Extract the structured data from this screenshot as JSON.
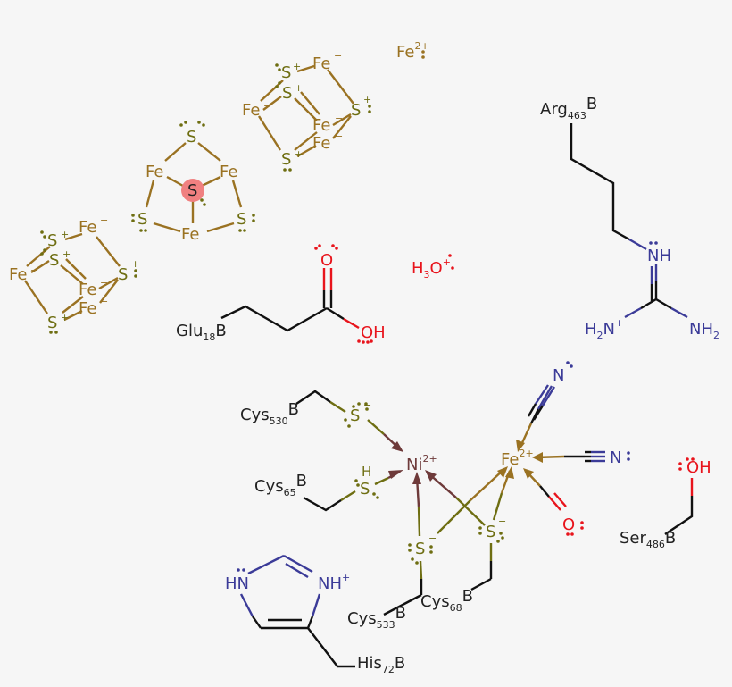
{
  "colors": {
    "iron": "#9a7222",
    "sulfur": "#6e6e12",
    "nitrogen": "#3b3b98",
    "oxygen": "#e8141c",
    "nickel": "#6e3a3a",
    "carbon": "#111111",
    "highlight": "#f08080"
  },
  "free_ions": {
    "fe": "Fe",
    "fe_charge": "2+",
    "h3o_h": "H",
    "h3o_sub": "3",
    "h3o_o": "O",
    "h3o_charge": "+"
  },
  "cluster_top": {
    "fe": "Fe",
    "s": "S",
    "minus": "−",
    "plus": "+"
  },
  "cluster_mid": {
    "fe": "Fe",
    "s": "S"
  },
  "residues": {
    "glu": {
      "name": "Glu",
      "num": "18",
      "chain": "B",
      "o": "O",
      "oh": "OH"
    },
    "arg": {
      "name": "Arg",
      "num": "463",
      "chain": "B",
      "nh": "NH",
      "h2n": "H",
      "h2n_sub": "2",
      "h2n_n": "N",
      "h2n_charge": "+",
      "nh2": "NH",
      "nh2_sub": "2"
    },
    "cys530": {
      "name": "Cys",
      "num": "530",
      "chain": "B"
    },
    "cys65": {
      "name": "Cys",
      "num": "65",
      "chain": "B",
      "h": "H"
    },
    "cys533": {
      "name": "Cys",
      "num": "533",
      "chain": "B"
    },
    "cys68": {
      "name": "Cys",
      "num": "68",
      "chain": "B"
    },
    "his": {
      "name": "His",
      "num": "72",
      "chain": "B",
      "hn": "HN",
      "nh": "NH",
      "charge": "+"
    },
    "ser": {
      "name": "Ser",
      "num": "486",
      "chain": "B",
      "oh": "OH"
    }
  },
  "active_site": {
    "ni": "Ni",
    "ni_charge": "2+",
    "fe": "Fe",
    "fe_charge": "2+",
    "s": "S",
    "minus": "−",
    "n": "N",
    "o": "O"
  }
}
